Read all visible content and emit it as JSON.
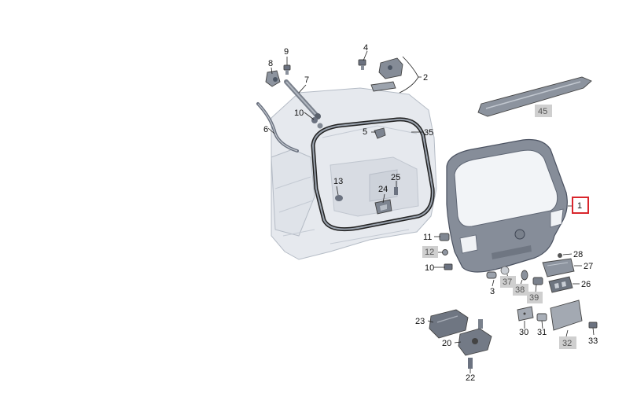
{
  "diagram": {
    "highlight_color": "#d9262c",
    "callouts": [
      {
        "id": "1",
        "text": "1",
        "highlighted": true
      },
      {
        "id": "2",
        "text": "2"
      },
      {
        "id": "3",
        "text": "3"
      },
      {
        "id": "4",
        "text": "4"
      },
      {
        "id": "5",
        "text": "5"
      },
      {
        "id": "6",
        "text": "6"
      },
      {
        "id": "7",
        "text": "7"
      },
      {
        "id": "8",
        "text": "8"
      },
      {
        "id": "9",
        "text": "9"
      },
      {
        "id": "10a",
        "text": "10"
      },
      {
        "id": "10b",
        "text": "10"
      },
      {
        "id": "11",
        "text": "11"
      },
      {
        "id": "12",
        "text": "12",
        "shaded": true
      },
      {
        "id": "13",
        "text": "13"
      },
      {
        "id": "20",
        "text": "20"
      },
      {
        "id": "22",
        "text": "22"
      },
      {
        "id": "23",
        "text": "23"
      },
      {
        "id": "24",
        "text": "24"
      },
      {
        "id": "25",
        "text": "25"
      },
      {
        "id": "26",
        "text": "26"
      },
      {
        "id": "27",
        "text": "27"
      },
      {
        "id": "28",
        "text": "28"
      },
      {
        "id": "30",
        "text": "30"
      },
      {
        "id": "31",
        "text": "31"
      },
      {
        "id": "32",
        "text": "32",
        "shaded": true
      },
      {
        "id": "33",
        "text": "33"
      },
      {
        "id": "35",
        "text": "35"
      },
      {
        "id": "37",
        "text": "37",
        "shaded": true
      },
      {
        "id": "38",
        "text": "38",
        "shaded": true
      },
      {
        "id": "39",
        "text": "39",
        "shaded": true
      },
      {
        "id": "45",
        "text": "45",
        "shaded": true
      }
    ]
  }
}
